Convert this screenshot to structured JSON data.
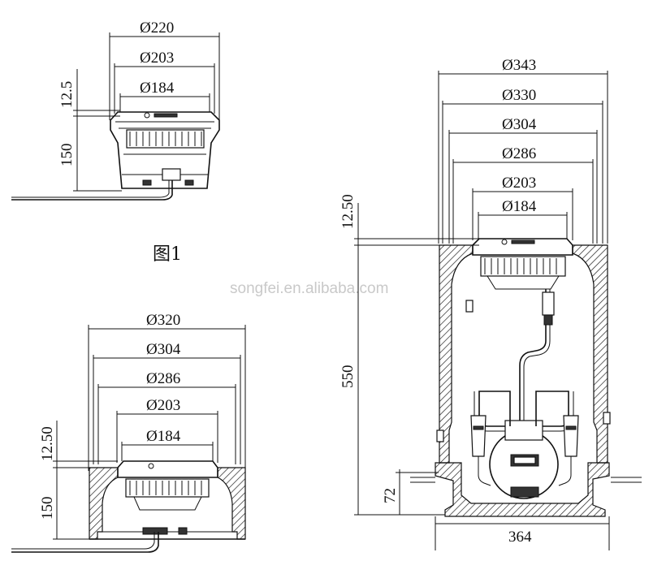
{
  "figure_caption": "图1",
  "watermark": "songfei.en.alibaba.com",
  "views": {
    "top_left": {
      "diameters": [
        "220",
        "203",
        "184"
      ],
      "heights": [
        "12.5",
        "150"
      ]
    },
    "bottom_left": {
      "diameters": [
        "320",
        "304",
        "286",
        "203",
        "184"
      ],
      "heights": [
        "12.50",
        "150"
      ]
    },
    "right": {
      "diameters": [
        "343",
        "330",
        "304",
        "286",
        "203",
        "184"
      ],
      "heights": [
        "12.50",
        "550",
        "72"
      ],
      "width": "364"
    }
  }
}
